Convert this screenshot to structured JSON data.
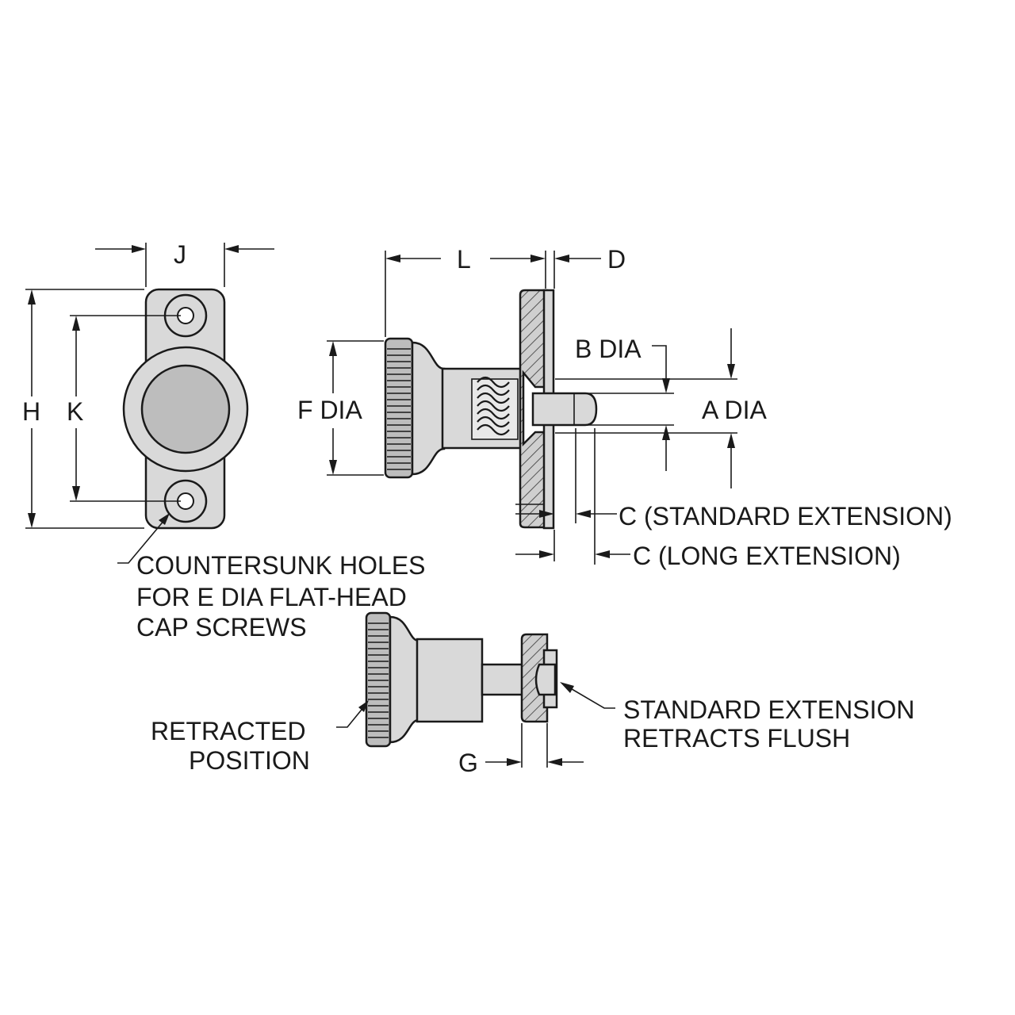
{
  "diagram": {
    "labels": {
      "j": "J",
      "l": "L",
      "d": "D",
      "h": "H",
      "k": "K",
      "b_dia": "B DIA",
      "f_dia": "F DIA",
      "a_dia": "A DIA",
      "c_standard": "C (STANDARD EXTENSION)",
      "c_long": "C (LONG EXTENSION)",
      "countersunk_line1": "COUNTERSUNK HOLES",
      "countersunk_line2": "FOR E DIA FLAT-HEAD",
      "countersunk_line3": "CAP SCREWS",
      "retracted_line1": "RETRACTED",
      "retracted_line2": "POSITION",
      "g": "G",
      "flush_line1": "STANDARD EXTENSION",
      "flush_line2": "RETRACTS FLUSH"
    }
  }
}
